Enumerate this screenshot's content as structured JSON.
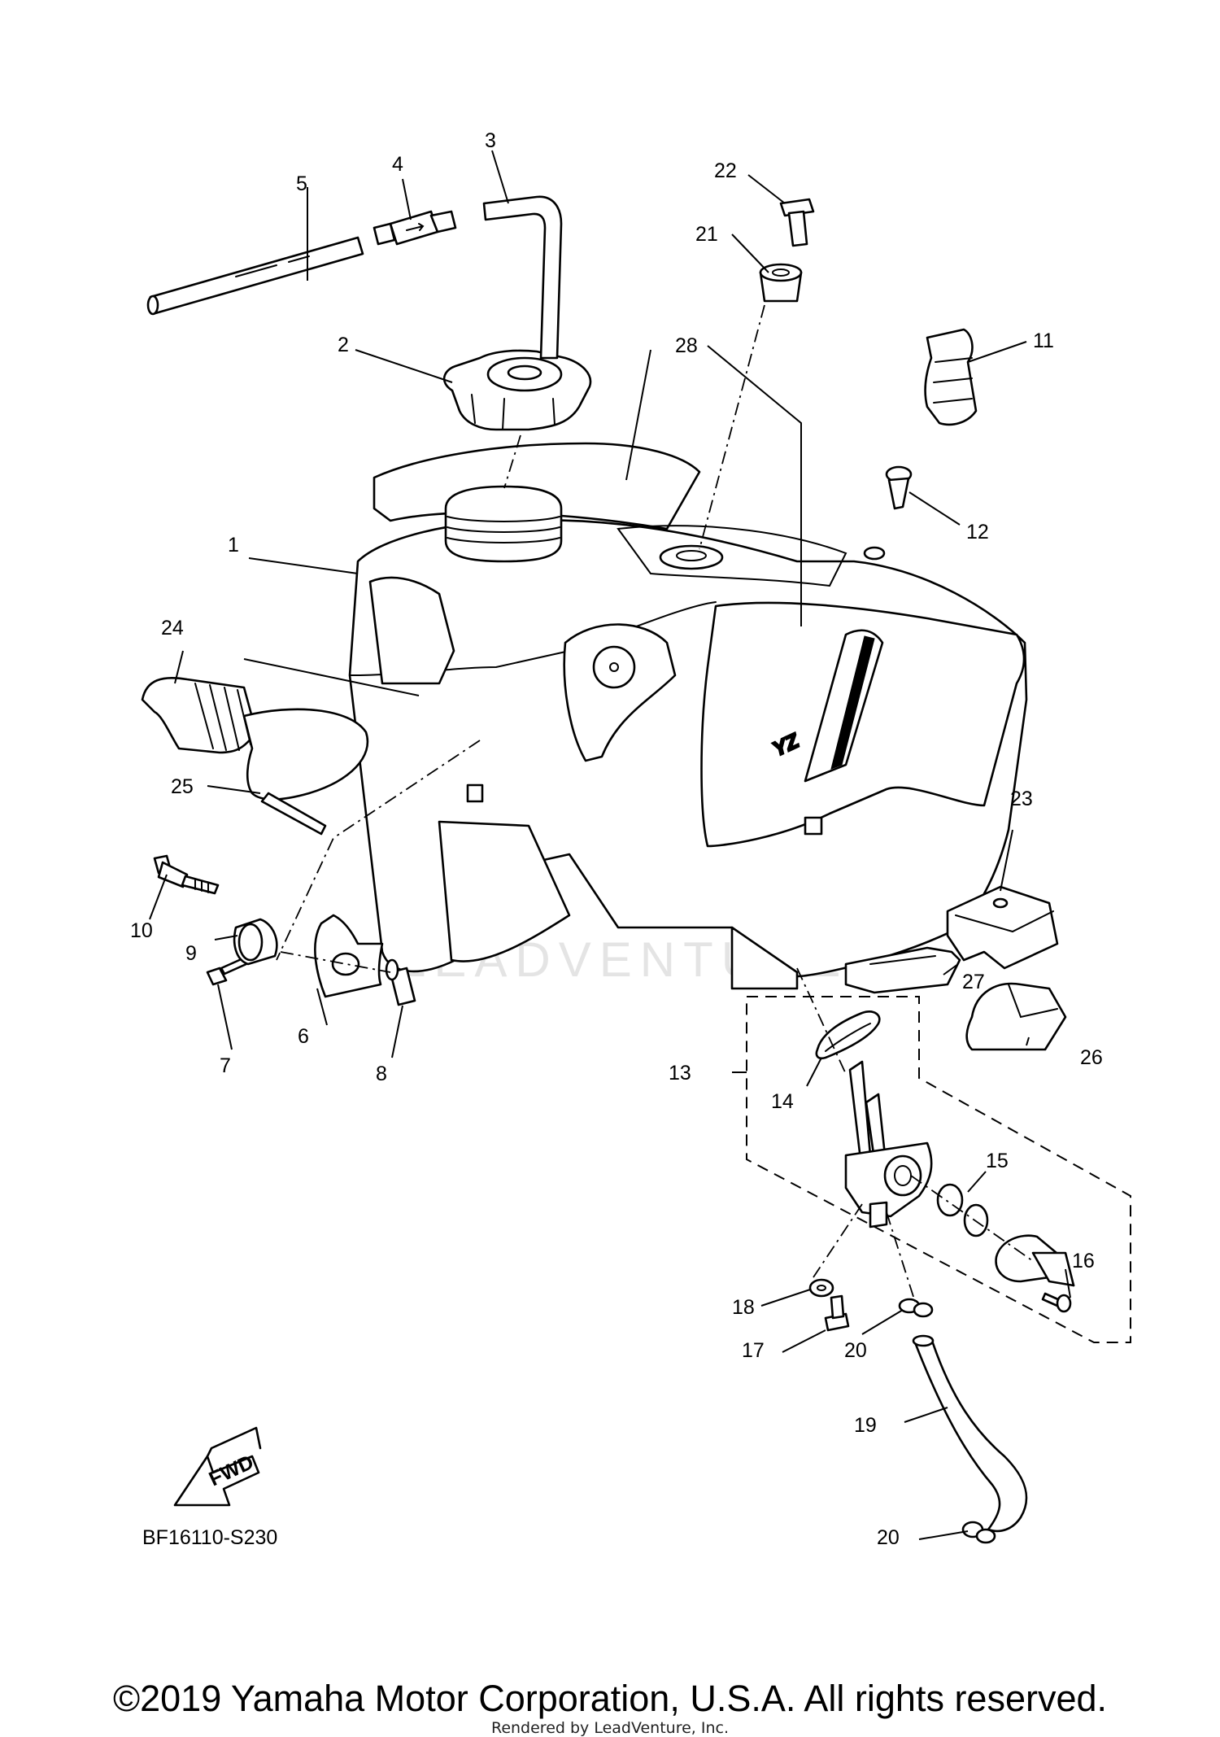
{
  "diagram": {
    "callouts": [
      "1",
      "2",
      "3",
      "4",
      "5",
      "6",
      "7",
      "8",
      "9",
      "10",
      "11",
      "12",
      "13",
      "14",
      "15",
      "16",
      "17",
      "18",
      "19",
      "20",
      "20",
      "21",
      "22",
      "23",
      "24",
      "25",
      "26",
      "27",
      "28"
    ],
    "fwd_label": "FWD",
    "tank_emblem": "YZ",
    "diagram_code": "BF16110-S230",
    "watermark": "LEADVENTURE"
  },
  "footer": {
    "copyright": "©2019 Yamaha Motor Corporation, U.S.A. All rights reserved.",
    "rendered_by": "Rendered by LeadVenture, Inc."
  }
}
